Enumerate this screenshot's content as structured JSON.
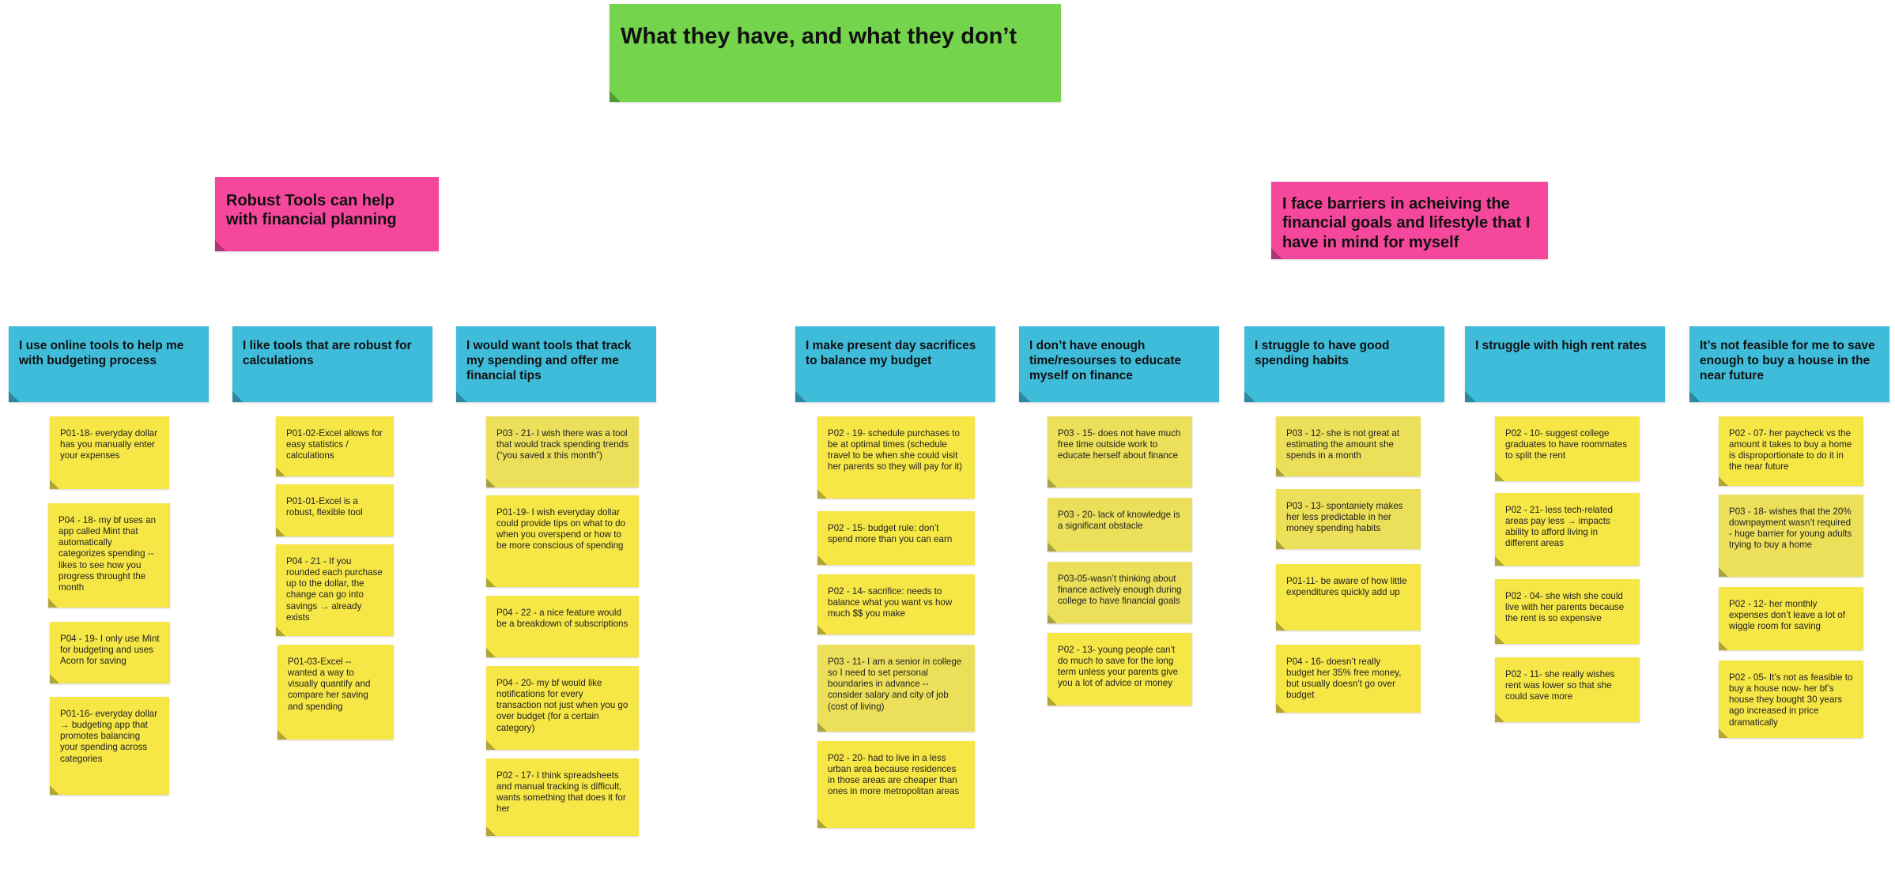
{
  "title": "What they have, and what they don’t",
  "themes": {
    "robust": "Robust Tools can help with financial planning",
    "barriers": "I face barriers in acheiving the financial goals and lifestyle that I have in mind for myself"
  },
  "categories": {
    "c1": "I use online tools to help me with budgeting process",
    "c2": "I like tools that are robust for calculations",
    "c3": "I would want tools that track my spending and offer me financial tips",
    "c4": "I make present day sacrifices to balance my budget",
    "c5": "I don’t have enough time/resourses to educate myself on finance",
    "c6": "I struggle to have good spending habits",
    "c7": "I struggle with high rent rates",
    "c8": "It’s not feasible for me to save enough to buy a house in the near future"
  },
  "notes": {
    "c1": [
      "P01-18- everyday dollar has you manually enter your expenses",
      "P04 - 18- my bf uses an app called Mint that automatically categorizes spending -- likes to see how you progress throught the month",
      "P04 - 19- I only use Mint for budgeting and uses Acorn for saving",
      "P01-16- everyday dollar → budgeting app that promotes balancing your spending across categories"
    ],
    "c2": [
      "P01-02-Excel allows for easy statistics / calculations",
      "P01-01-Excel is a robust, flexible tool",
      "P04 - 21 - If you rounded each purchase up to the dollar, the change can go into savings → already exists",
      "P01-03-Excel -- wanted a way to visually quantify and compare her saving and spending"
    ],
    "c3": [
      "P03 - 21- I wish there was a tool that would track spending trends (“you saved x this month”)",
      "P01-19- I wish everyday dollar could provide tips on what to do when you overspend or how to be more conscious of spending",
      "P04 - 22 - a nice feature would be a breakdown of subscriptions",
      "P04 - 20- my bf would like notifications for every transaction not just when you go over budget (for a certain category)",
      "P02 - 17- I think spreadsheets and manual tracking is difficult, wants something that does it for her"
    ],
    "c4": [
      "P02 - 19- schedule purchases to be at optimal times (schedule travel to be when she could visit her parents so they will pay for it)",
      "P02 - 15- budget rule: don’t spend more than you can earn",
      "P02 - 14- sacrifice: needs to balance what you want vs how much $$ you make",
      "P03 - 11- I am a senior in college so I need to set personal boundaries in advance -- consider salary and city of job (cost of living)",
      "P02 - 20- had to live in a less urban area because residences in those areas are cheaper than ones in more metropolitan areas"
    ],
    "c5": [
      "P03 - 15- does not have much free time outside work to educate herself about finance",
      "P03 - 20- lack of knowledge is a significant obstacle",
      "P03-05-wasn’t thinking about finance actively enough during college to have financial goals",
      "P02 - 13- young people can’t do much to save for the long term unless your parents give you a lot of advice or money"
    ],
    "c6": [
      "P03 - 12- she is not great at estimating the amount she spends in a month",
      "P03 - 13- spontaniety makes her less predictable in her money spending habits",
      "P01-11- be aware of how little expenditures quickly add up",
      "P04 - 16- doesn’t really budget her 35% free money, but usually doesn’t go over budget"
    ],
    "c7": [
      "P02 - 10- suggest college graduates to have roommates to split the rent",
      "P02 - 21- less tech-related areas pay less → impacts ability to afford living in different areas",
      "P02 - 04- she wish she could live with her parents because the rent is so expensive",
      "P02 - 11- she really wishes rent was lower so that she could save more"
    ],
    "c8": [
      "P02 - 07- her paycheck vs the amount it takes to buy a home is disproportionate to do it in the near future",
      "P03 - 18- wishes that the 20% downpayment wasn’t required - huge barrier for young adults trying to buy a home",
      "P02 - 12- her monthly expenses don’t leave a lot of wiggle room for saving",
      "P02 - 05- It’s not as feasible to buy a house now- her bf’s house they bought 30 years ago increased in price dramatically"
    ]
  },
  "colors": {
    "title_note": "#74d44c",
    "theme_note": "#f5479b",
    "category_note": "#3fbcd9",
    "sticky_note": "#f6e646",
    "sticky_note_alt": "#ece05a"
  }
}
